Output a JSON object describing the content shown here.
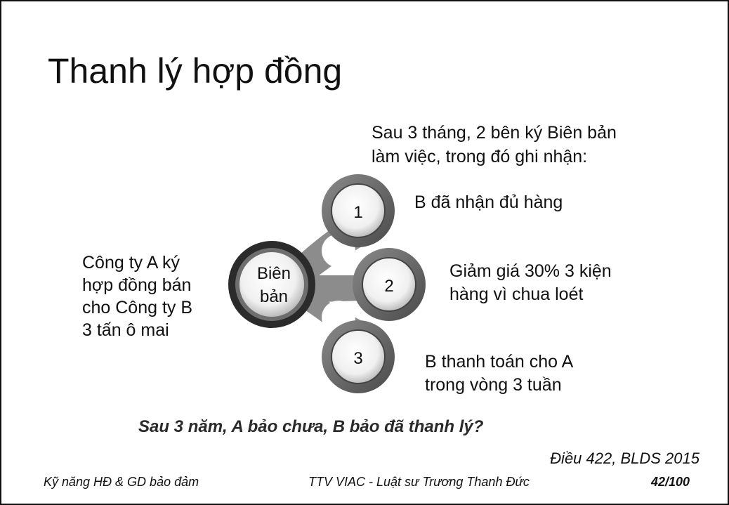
{
  "title": "Thanh lý hợp đồng",
  "intro": {
    "lines": [
      "Sau 3 tháng, 2 bên ký Biên bản",
      "làm việc, trong đó ghi nhận:"
    ]
  },
  "contract_note": {
    "lines": [
      "Công ty A ký",
      "hợp đồng bán",
      "cho Công ty B",
      "3 tấn ô mai"
    ]
  },
  "diagram": {
    "center": {
      "lines": [
        "Biên",
        "bản"
      ]
    },
    "nodes": [
      {
        "number": "1"
      },
      {
        "number": "2"
      },
      {
        "number": "3"
      }
    ]
  },
  "items": [
    {
      "lines": [
        "B đã nhận đủ hàng"
      ]
    },
    {
      "lines": [
        "Giảm giá 30% 3 kiện",
        "hàng vì chua loét"
      ]
    },
    {
      "lines": [
        "B thanh toán cho A",
        "trong vòng 3 tuần"
      ]
    }
  ],
  "question": "Sau 3 năm, A bảo chưa, B bảo đã thanh lý?",
  "reference": "Điều 422, BLDS 2015",
  "footer": {
    "left": "Kỹ năng HĐ & GD bảo đảm",
    "center": "TTV VIAC - Luật sư Trương Thanh Đức",
    "page": "42/100"
  }
}
